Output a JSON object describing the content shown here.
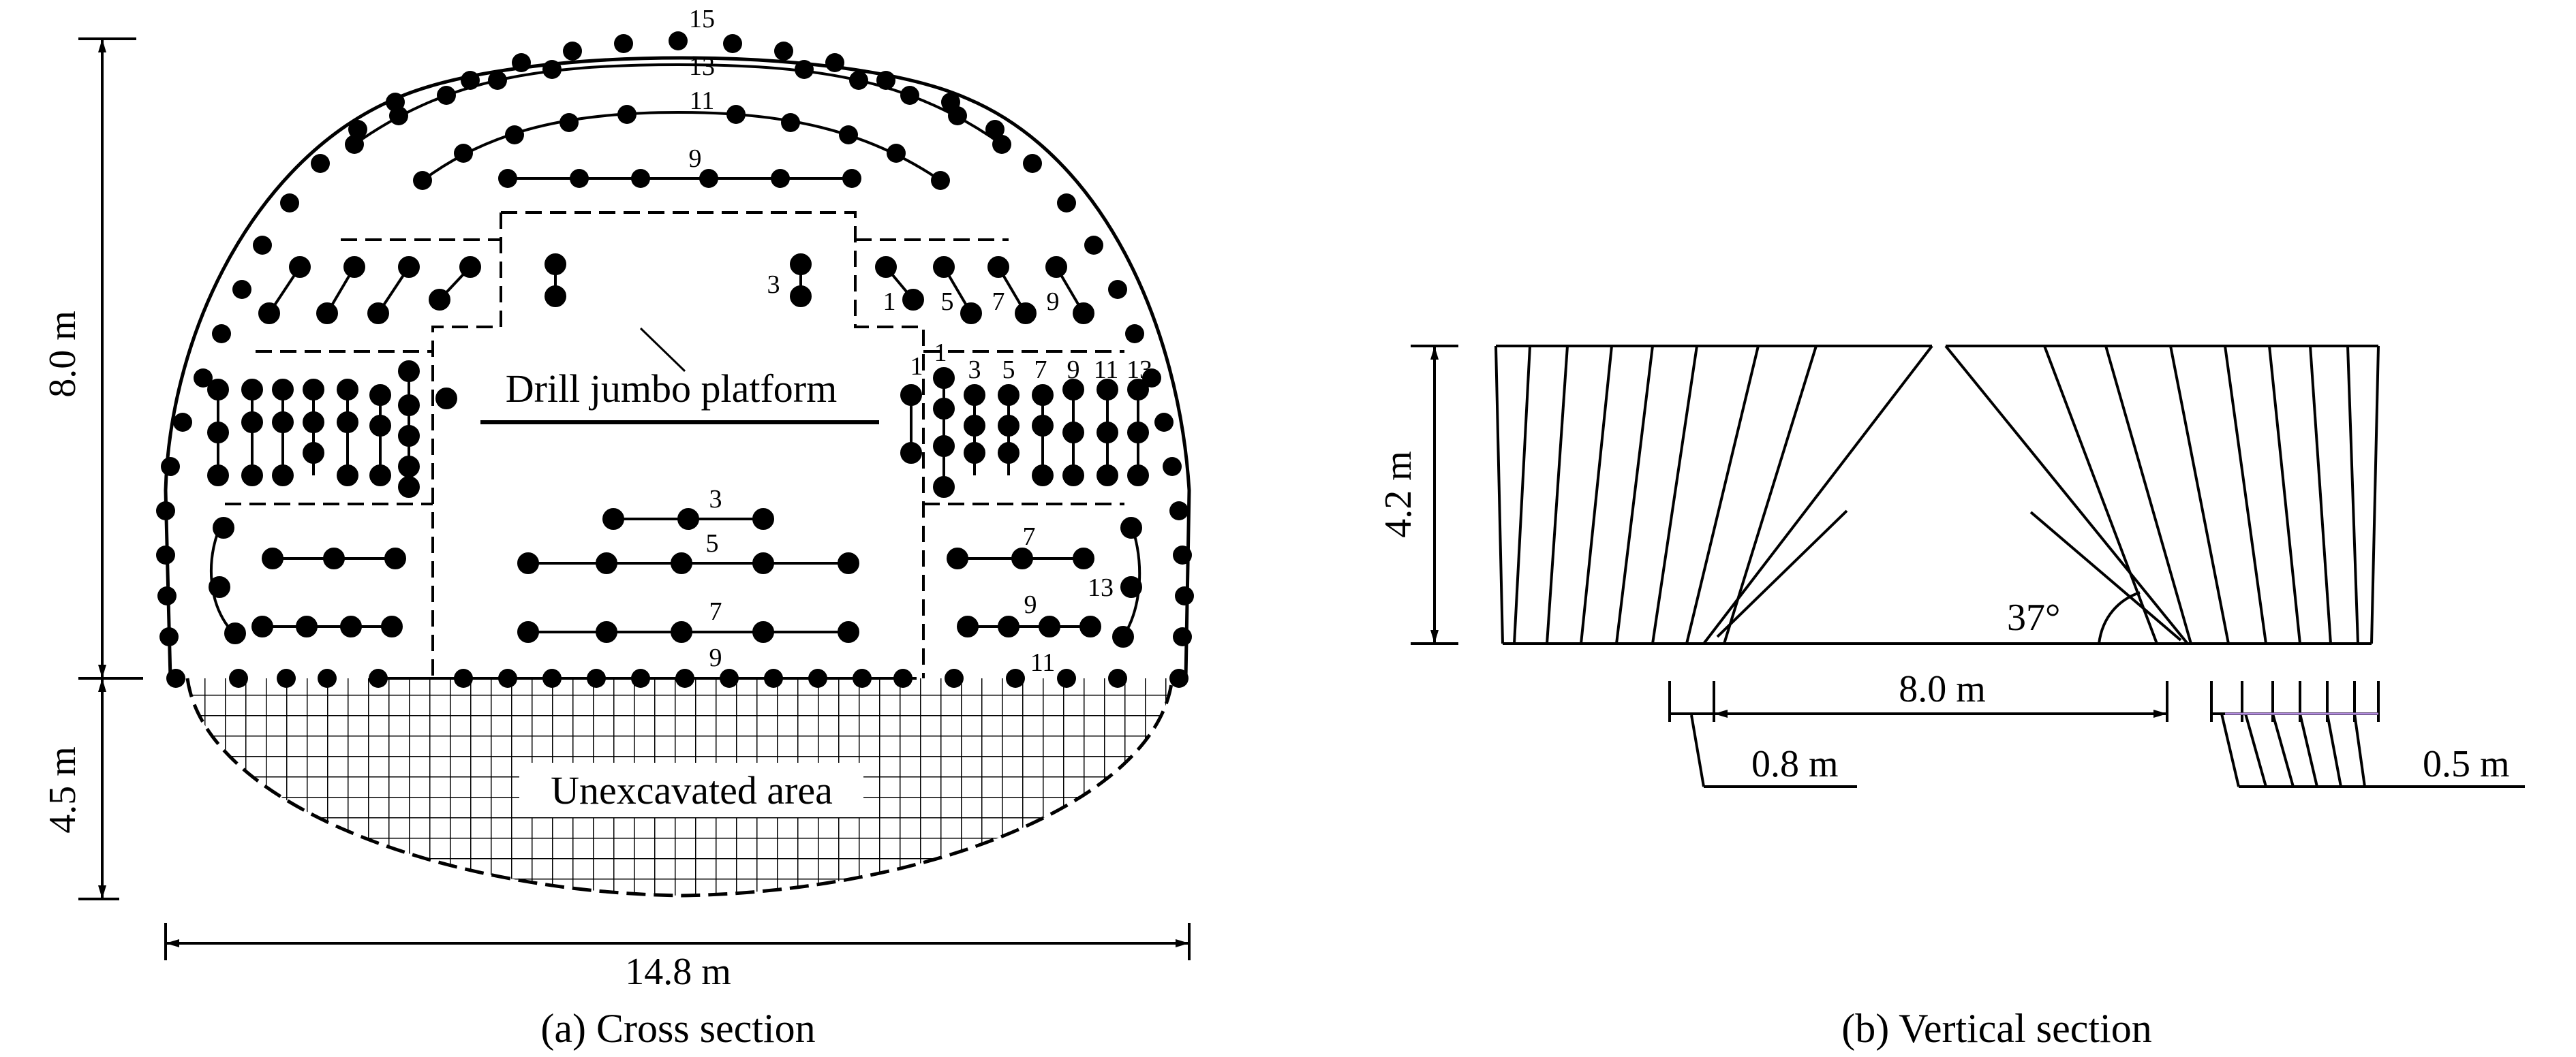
{
  "cross_section": {
    "caption": "(a) Cross section",
    "height_upper": "8.0 m",
    "height_lower": "4.5 m",
    "width": "14.8 m",
    "platform_label": "Drill jumbo platform",
    "unexcavated_label": "Unexcavated area",
    "arch_numbers": {
      "n15": "15",
      "n13": "13",
      "n11": "11",
      "n9": "9"
    },
    "upper_left_numbers": {
      "n3": "3"
    },
    "upper_right_numbers": {
      "n1": "1",
      "n5": "5",
      "n7": "7",
      "n9": "9"
    },
    "bench_right_numbers": {
      "n1a": "1",
      "n1b": "1",
      "n3": "3",
      "n5": "5",
      "n7": "7",
      "n9": "9",
      "n11": "11",
      "n13": "13"
    },
    "lower_center_numbers": {
      "n3": "3",
      "n5": "5",
      "n7": "7",
      "n9": "9"
    },
    "lower_right_numbers": {
      "n7": "7",
      "n9": "9",
      "n13": "13",
      "n11": "11"
    }
  },
  "vertical_section": {
    "caption": "(b) Vertical section",
    "height": "4.2 m",
    "length": "8.0 m",
    "angle": "37°",
    "left_offset": "0.8 m",
    "right_offset": "0.5 m"
  }
}
